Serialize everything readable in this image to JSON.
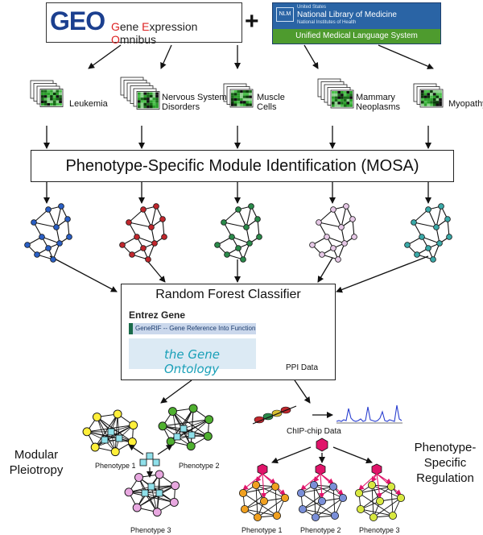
{
  "top": {
    "geo_logo": "GEO",
    "geo_title_g": "G",
    "geo_title_1": "ene ",
    "geo_title_e": "E",
    "geo_title_2": "xpression ",
    "geo_title_o": "O",
    "geo_title_3": "mnibus",
    "plus": "+",
    "nlm_badge": "NLM",
    "nlm_line1": "United States",
    "nlm_line2": "National Library of Medicine",
    "nlm_line3": "National Institutes of Health",
    "umls": "Unified Medical Language System"
  },
  "phenotypes": [
    {
      "label_lines": [
        "Leukemia"
      ],
      "color": "#2a5fc4"
    },
    {
      "label_lines": [
        "Nervous System",
        "Disorders"
      ],
      "color": "#c0272d"
    },
    {
      "label_lines": [
        "Muscle",
        "Cells"
      ],
      "color": "#2a8a4a"
    },
    {
      "label_lines": [
        "Mammary",
        "Neoplasms"
      ],
      "color": "#e6c8e6"
    },
    {
      "label_lines": [
        "Myopathy"
      ],
      "color": "#3aa9a8"
    }
  ],
  "mosa_label": "Phenotype-Specific Module Identification (MOSA)",
  "rf": {
    "title": "Random Forest Classifier",
    "entrez": "Entrez Gene",
    "generif": "GeneRIF -- Gene Reference Into Function",
    "go": "the Gene Ontology",
    "ppi": "PPI Data"
  },
  "left_branch": {
    "title_lines": [
      "Modular",
      "Pleiotropy"
    ],
    "labels": [
      "Phenotype 1",
      "Phenotype 2",
      "Phenotype 3"
    ],
    "colors": {
      "p1": "#ffef3a",
      "p2": "#4fb030",
      "p3": "#e8a8e0",
      "hub": "#8fe0ea"
    }
  },
  "right_branch": {
    "title_lines": [
      "Phenotype-",
      "Specific",
      "Regulation"
    ],
    "chip_label": "ChIP-chip Data",
    "labels": [
      "Phenotype 1",
      "Phenotype 2",
      "Phenotype 3"
    ],
    "colors": {
      "tf": "#e0146a",
      "p1": "#f0a020",
      "p2": "#7a8fd8",
      "p3": "#d8e840"
    }
  }
}
